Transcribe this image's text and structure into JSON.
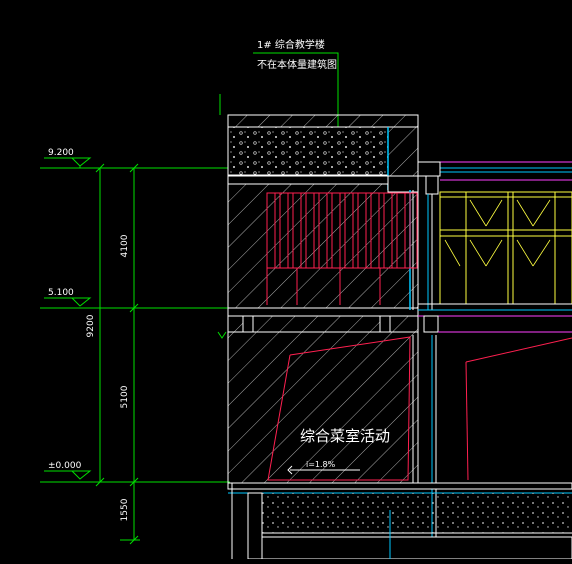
{
  "note": {
    "line1": "1# 综合教学楼",
    "line2": "不在本体量建筑图"
  },
  "levels": [
    {
      "label": "9.200"
    },
    {
      "label": "5.100"
    },
    {
      "label": "±0.000"
    }
  ],
  "dimensions": {
    "upper": "4100",
    "lower": "5100",
    "total": "9200",
    "base": "1550"
  },
  "room_label": "综合菜室活动",
  "slope_label": "i=1.8%",
  "colors": {
    "background": "#000000",
    "dimension": "#00e000",
    "wall": "#ffffff",
    "section": "#ff2050",
    "glazing": "#ffff40",
    "beam": "#00c8ff",
    "slab": "#ff40ff"
  }
}
